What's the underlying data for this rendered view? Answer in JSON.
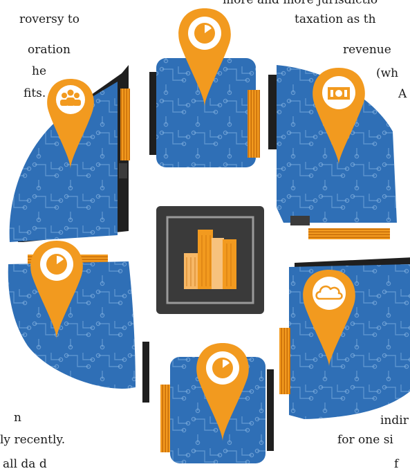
{
  "text": {
    "top_left": [
      "roversy to",
      "oration",
      "he",
      "fits."
    ],
    "top_right": [
      "more and more jurisdictio",
      "taxation as th",
      "revenue",
      "(wh",
      "A"
    ],
    "bottom_left": [
      "n",
      "ly recently.",
      "all da   d"
    ],
    "bottom_right": [
      "indir",
      "for one si",
      "f"
    ]
  },
  "icons": {
    "center": "skyscraper-icon",
    "pins": [
      "people-icon",
      "pie-chart-icon",
      "money-icon",
      "pie-chart-icon",
      "cloud-icon",
      "pie-chart-icon"
    ]
  },
  "colors": {
    "blue": "#2f6fb6",
    "orange": "#f29a1f",
    "dark": "#3a3a3a",
    "text": "#1b1b1b"
  }
}
